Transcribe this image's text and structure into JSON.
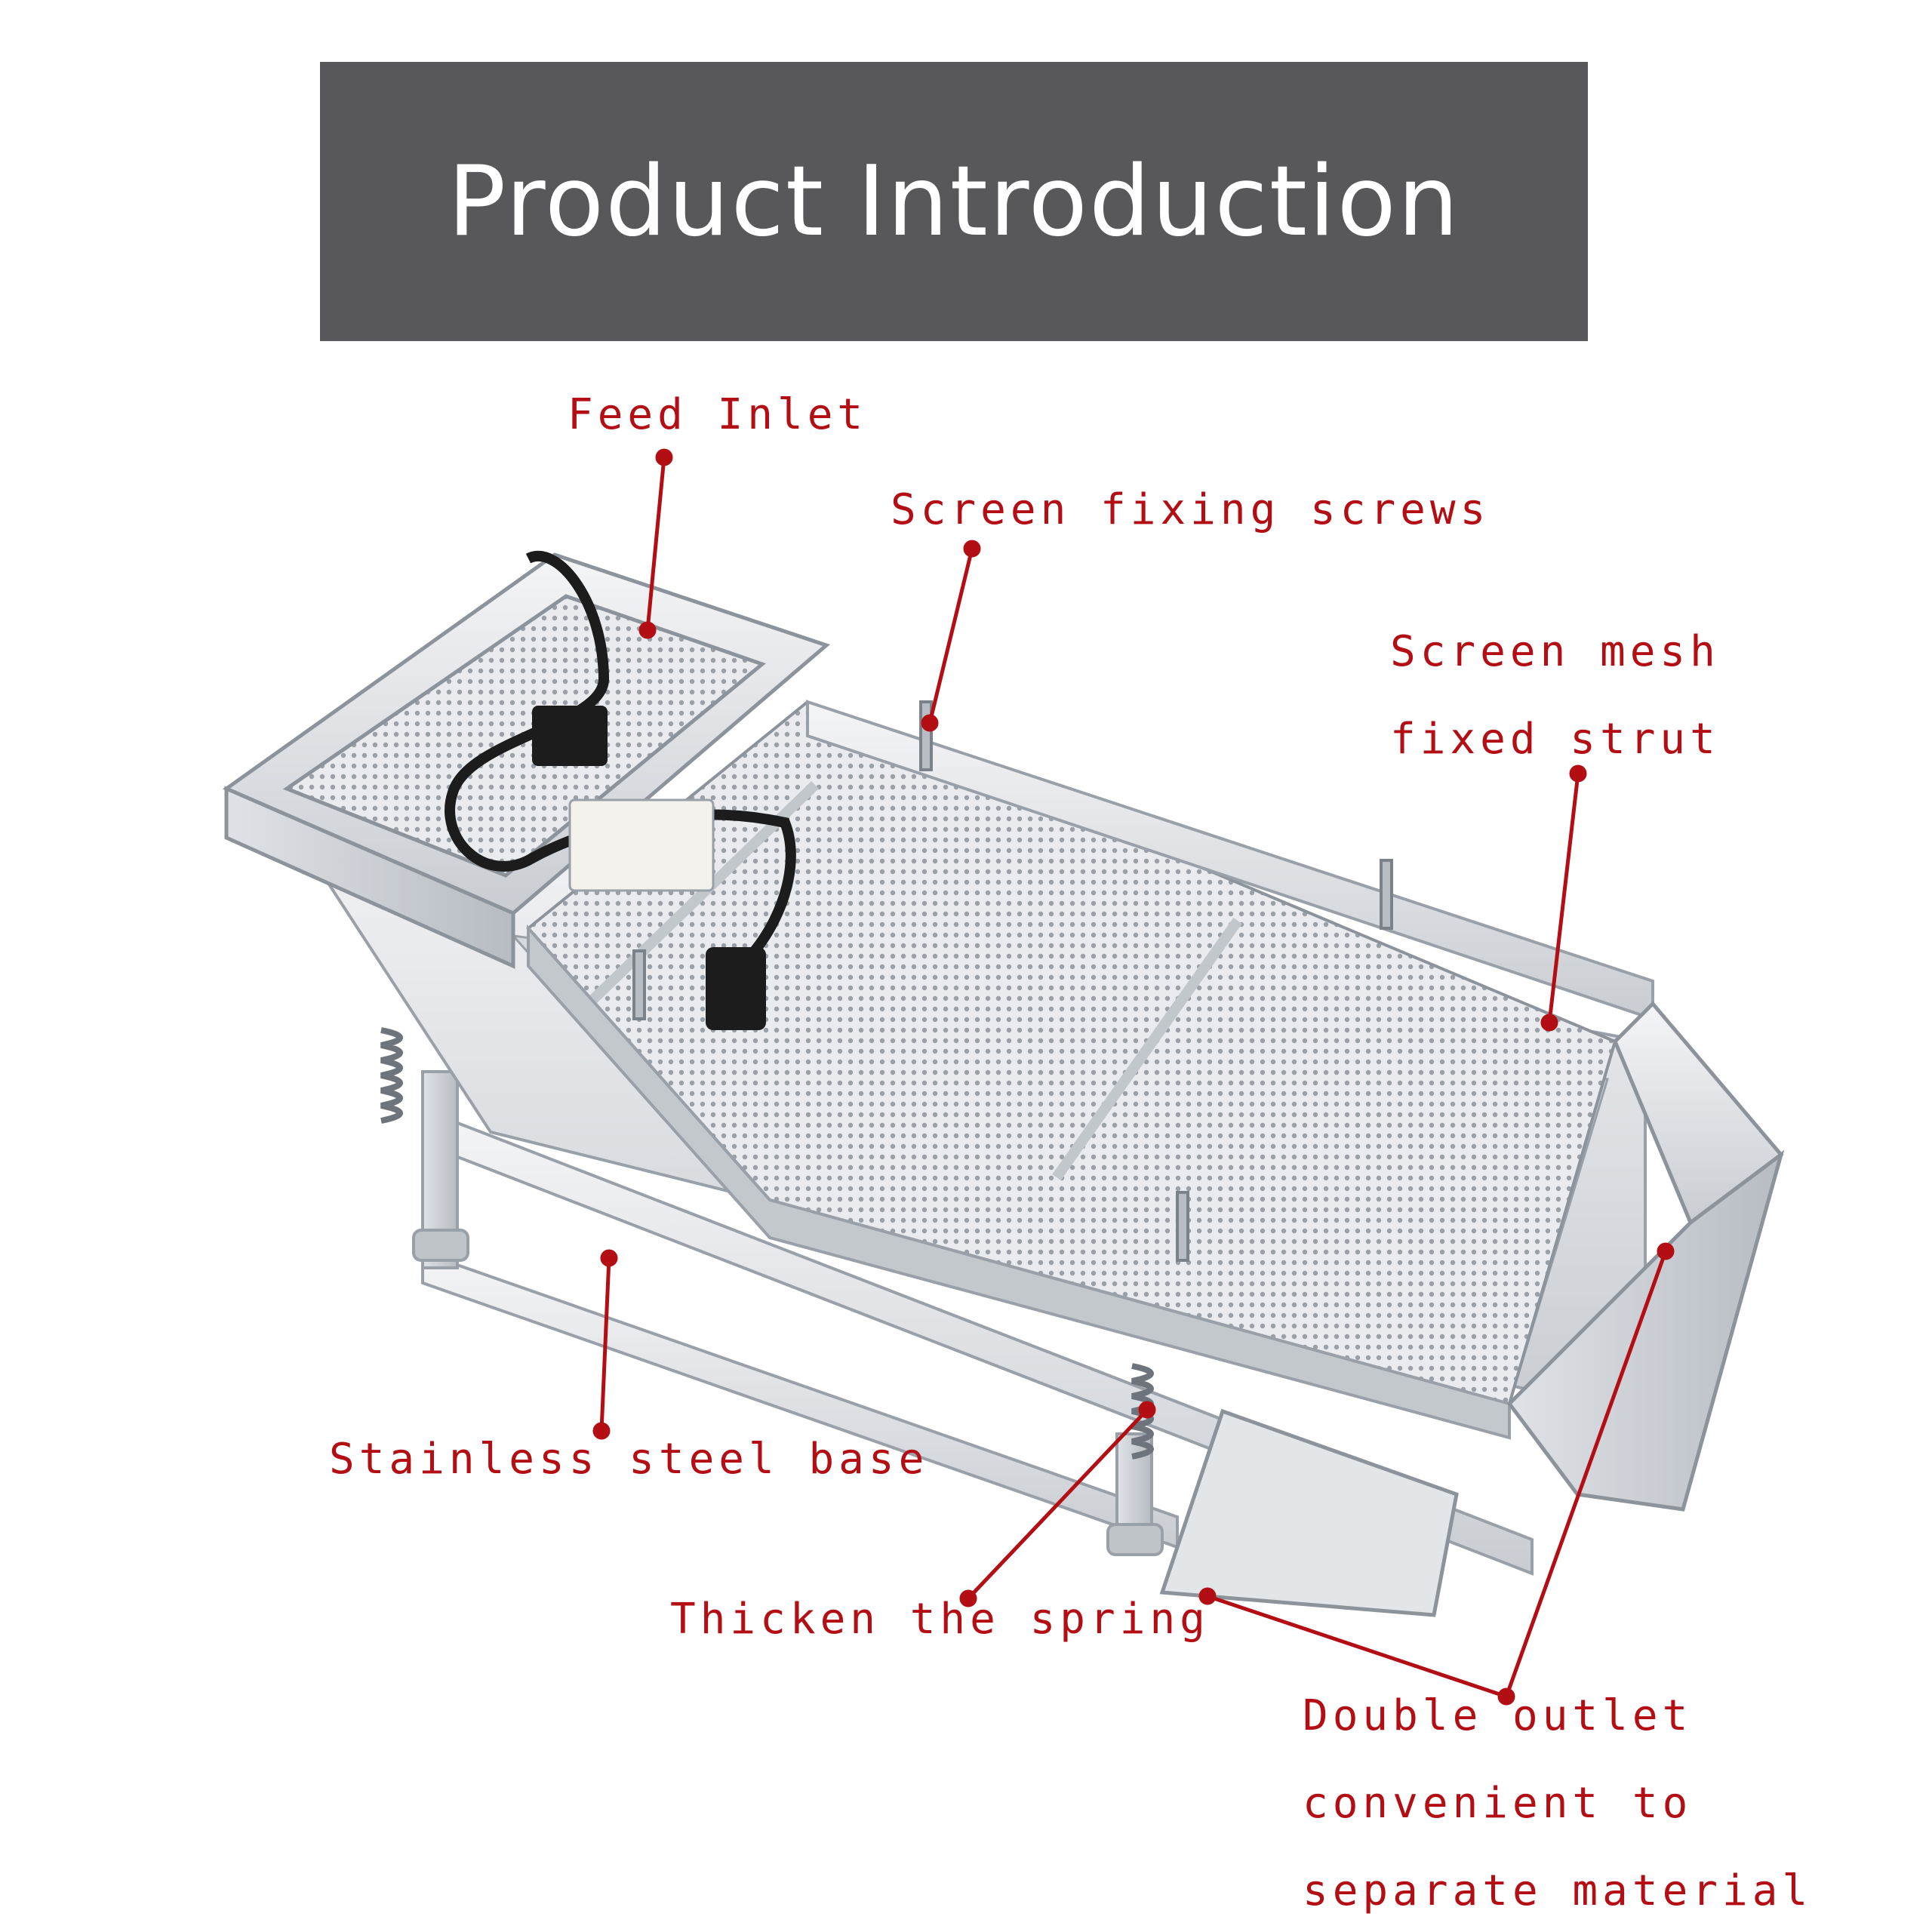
{
  "title": "Product Introduction",
  "colors": {
    "banner_bg": "#58585a",
    "banner_text": "#ffffff",
    "label_red": "#b30e14",
    "steel_light": "#eef0f2",
    "steel_mid": "#cfd3d8",
    "steel_dark": "#a7adb4",
    "cable": "#1c1c1c"
  },
  "labels": {
    "feed_inlet": "Feed Inlet",
    "screen_fixing_screws": "Screen fixing screws",
    "screen_mesh_line1": "Screen mesh",
    "screen_mesh_line2": "fixed strut",
    "stainless_base": "Stainless steel base",
    "thicken_spring": "Thicken the spring",
    "double_outlet_line1": "Double outlet",
    "double_outlet_line2": "convenient to",
    "double_outlet_line3": "separate material"
  }
}
